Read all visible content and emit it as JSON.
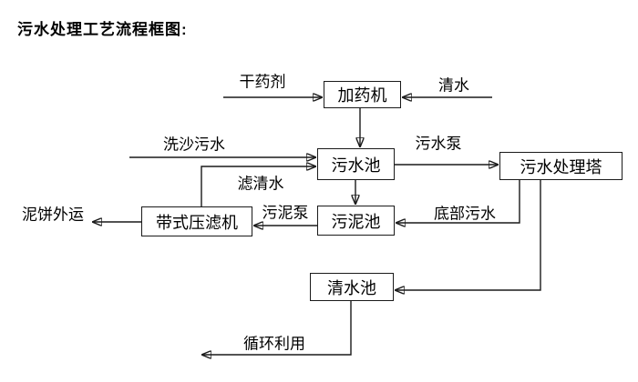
{
  "title": "污水处理工艺流程框图:",
  "colors": {
    "ink": "#1a1a1a",
    "background": "#ffffff"
  },
  "diagram": {
    "type": "flowchart",
    "nodes": [
      {
        "id": "dosing-machine",
        "label": "加药机"
      },
      {
        "id": "sewage-pool",
        "label": "污水池"
      },
      {
        "id": "sewage-treatment-tower",
        "label": "污水处理塔"
      },
      {
        "id": "sludge-pool",
        "label": "污泥池"
      },
      {
        "id": "belt-filter-press",
        "label": "带式压滤机"
      },
      {
        "id": "clean-water-pool",
        "label": "清水池"
      }
    ],
    "edges": [
      {
        "from": "dry-chemical-feed",
        "to": "dosing-machine",
        "label": "干药剂"
      },
      {
        "from": "clean-water-feed",
        "to": "dosing-machine",
        "label": "清水"
      },
      {
        "from": "dosing-machine",
        "to": "sewage-pool",
        "label": ""
      },
      {
        "from": "sand-washing-sewage-in",
        "to": "sewage-pool",
        "label": "洗沙污水"
      },
      {
        "from": "belt-filter-press",
        "to": "sewage-pool",
        "label": "滤清水"
      },
      {
        "from": "sewage-pool",
        "to": "sewage-treatment-tower",
        "label": "污水泵"
      },
      {
        "from": "sewage-pool",
        "to": "sludge-pool",
        "label": ""
      },
      {
        "from": "sewage-treatment-tower",
        "to": "sludge-pool",
        "label": "底部污水"
      },
      {
        "from": "sludge-pool",
        "to": "belt-filter-press",
        "label": "污泥泵"
      },
      {
        "from": "belt-filter-press",
        "to": "mud-cake-out",
        "label": "泥饼外运"
      },
      {
        "from": "sewage-treatment-tower",
        "to": "clean-water-pool",
        "label": ""
      },
      {
        "from": "clean-water-pool",
        "to": "recycling-out",
        "label": "循环利用"
      }
    ]
  }
}
